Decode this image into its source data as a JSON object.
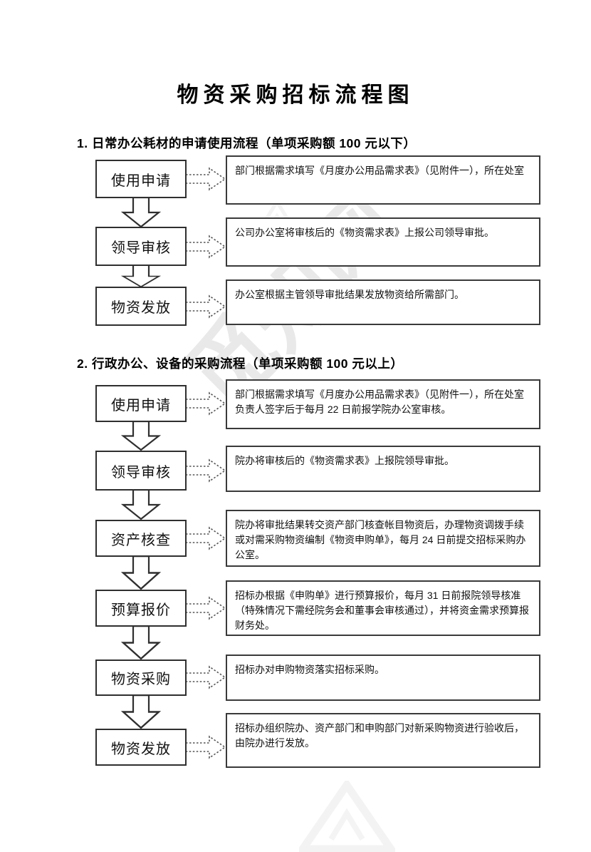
{
  "page": {
    "title": "物资采购招标流程图"
  },
  "watermark": {
    "text": "觅知网",
    "color": "#dedede"
  },
  "colors": {
    "box_border": "#2f2f2f",
    "text": "#111111",
    "background": "#ffffff"
  },
  "icons": {
    "down_arrow": "block-arrow-down",
    "right_arrow": "dotted-block-arrow-right"
  },
  "sections": [
    {
      "heading": "1.  日常办公耗材的申请使用流程（单项采购额 100 元以下）",
      "steps": [
        {
          "label": "使用申请",
          "desc": "部门根据需求填写《月度办公用品需求表》（见附件一），所在处室"
        },
        {
          "label": "领导审核",
          "desc": "公司办公室将审核后的《物资需求表》上报公司领导审批。"
        },
        {
          "label": "物资发放",
          "desc": "办公室根据主管领导审批结果发放物资给所需部门。"
        }
      ]
    },
    {
      "heading": "2.  行政办公、设备的采购流程（单项采购额 100 元以上）",
      "steps": [
        {
          "label": "使用申请",
          "desc": "部门根据需求填写《月度办公用品需求表》（见附件一），所在处室负责人签字后于每月 22 日前报学院办公室审核。"
        },
        {
          "label": "领导审核",
          "desc": "院办将审核后的《物资需求表》上报院领导审批。"
        },
        {
          "label": "资产核查",
          "desc": "院办将审批结果转交资产部门核查帐目物资后，办理物资调拨手续或对需采购物资编制《物资申购单》，每月 24 日前提交招标采购办公室。"
        },
        {
          "label": "预算报价",
          "desc": "招标办根据《申购单》进行预算报价，每月 31 日前报院领导核准（特殊情况下需经院务会和董事会审核通过），并将资金需求预算报财务处。"
        },
        {
          "label": "物资采购",
          "desc": "招标办对申购物资落实招标采购。"
        },
        {
          "label": "物资发放",
          "desc": "招标办组织院办、资产部门和申购部门对新采购物资进行验收后，由院办进行发放。"
        }
      ]
    }
  ]
}
